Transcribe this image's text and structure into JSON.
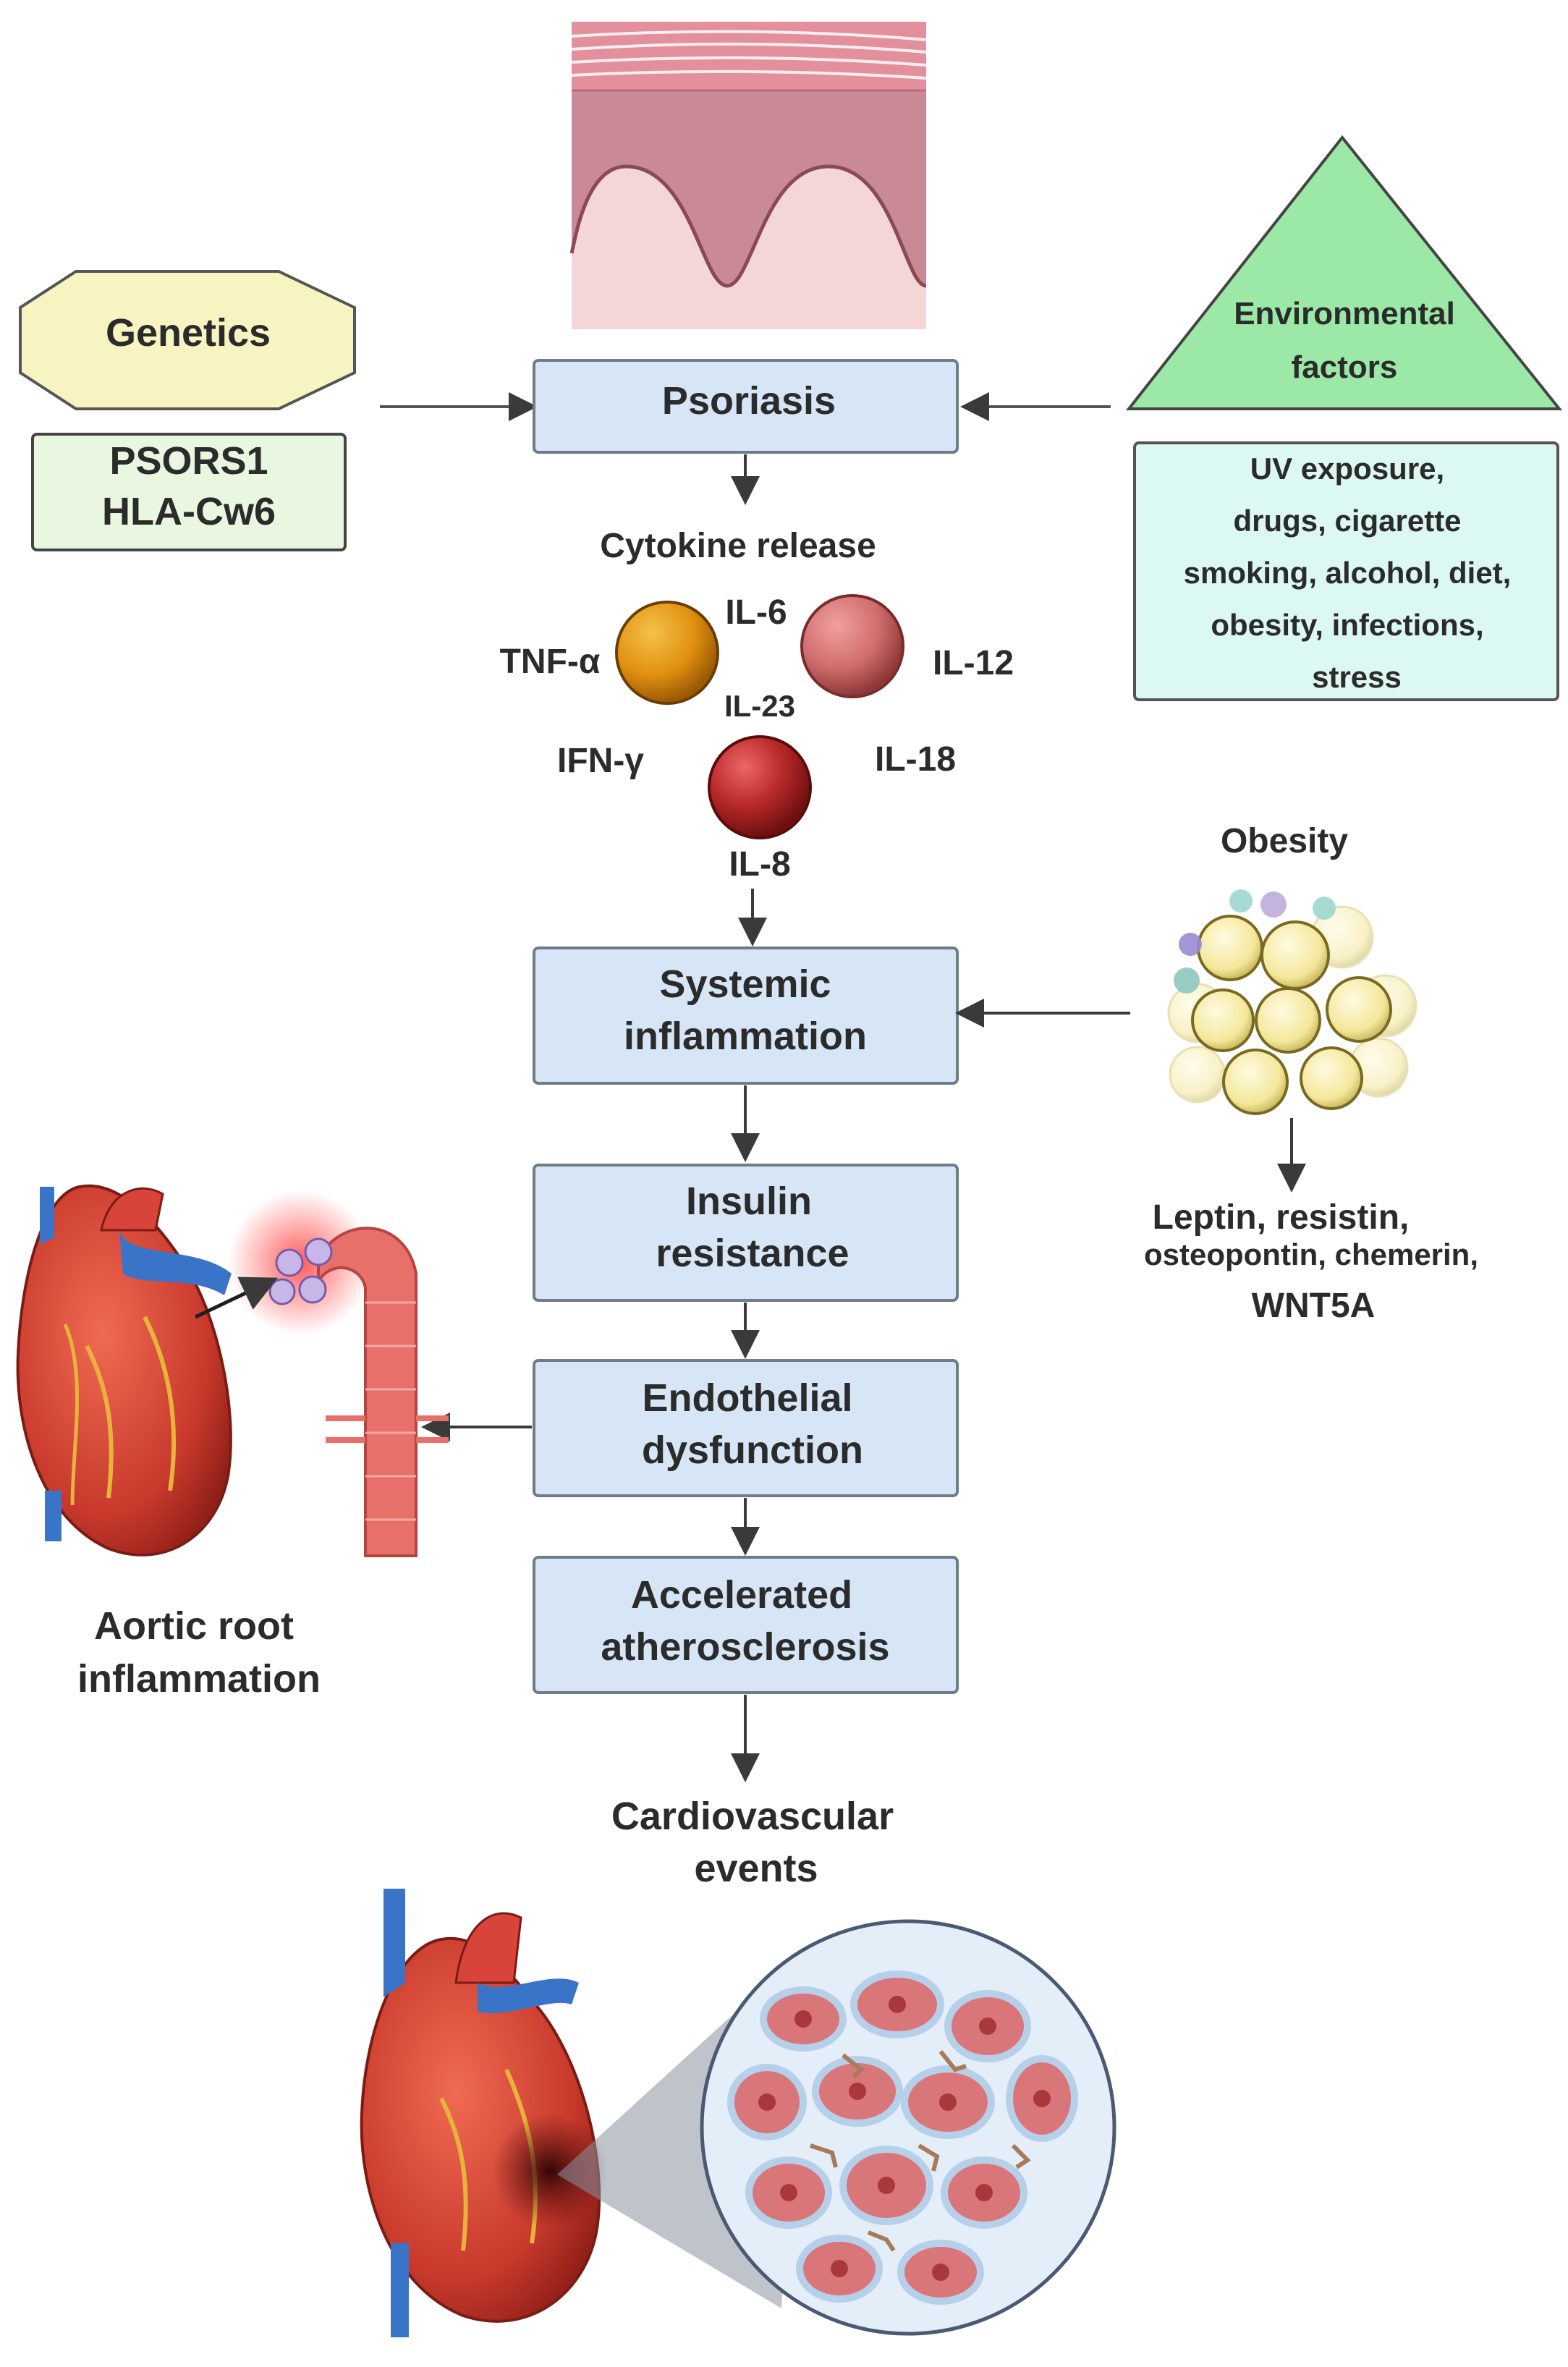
{
  "psoriasis": "Psoriasis",
  "genetics": {
    "title": "Genetics",
    "genes": [
      "PSORS1",
      "HLA-Cw6"
    ]
  },
  "environment": {
    "title": [
      "Environmental",
      "factors"
    ],
    "factors": [
      "UV exposure,",
      "drugs, cigarette",
      "smoking, alcohol, diet,",
      "obesity, infections,",
      "stress"
    ]
  },
  "cytokines": {
    "title": "Cytokine release",
    "labels": {
      "il6": "IL-6",
      "tnfa": "TNF-α",
      "il12": "IL-12",
      "il23": "IL-23",
      "ifng": "IFN-γ",
      "il18": "IL-18",
      "il8": "IL-8"
    }
  },
  "flow": {
    "systemic": [
      "Systemic",
      "inflammation"
    ],
    "insulin": [
      "Insulin",
      "resistance"
    ],
    "endothelial": [
      "Endothelial",
      "dysfunction"
    ],
    "athero": [
      "Accelerated",
      "atherosclerosis"
    ],
    "events": [
      "Cardiovascular",
      "events"
    ]
  },
  "obesity": {
    "title": "Obesity",
    "adipokines": [
      "Leptin, resistin,",
      "osteopontin, chemerin,",
      "WNT5A"
    ]
  },
  "aortic": [
    "Aortic root",
    "inflammation"
  ],
  "colors": {
    "box_fill": "#d6e6f7",
    "box_stroke": "#6e7c8a",
    "genetics_fill": "#f8f4c2",
    "genes_fill": "#e9f6e0",
    "env_fill": "#9be8a7",
    "env_box_fill": "#dcf8f3",
    "arrow": "#3a3a3a"
  }
}
